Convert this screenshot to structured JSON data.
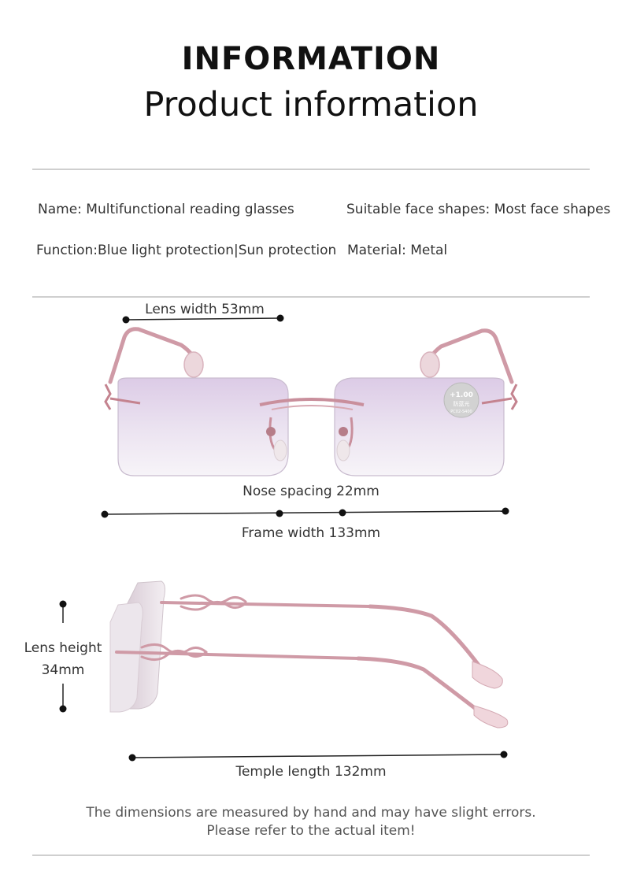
{
  "header": {
    "title": "INFORMATION",
    "subtitle": "Product information"
  },
  "specs": {
    "name": "Name: Multifunctional reading glasses",
    "face_shapes": "Suitable face shapes: Most face shapes",
    "function": "Function:Blue light protection|Sun protection",
    "material": "Material: Metal"
  },
  "lens_sticker": {
    "power": "+1.00",
    "cn_text": "防蓝光",
    "code": "PC02-S400"
  },
  "dimensions": {
    "lens_width": "Lens width 53mm",
    "nose_spacing": "Nose spacing 22mm",
    "frame_width": "Frame width  133mm",
    "lens_height_line1": "Lens height",
    "lens_height_line2": "34mm",
    "temple_length": "Temple length  132mm"
  },
  "footer": {
    "note_line1": "The dimensions are measured by hand and may have slight errors.",
    "note_line2": "Please refer to the actual item!"
  },
  "colors": {
    "frame": "#cf9aa6",
    "lens": "#e8dbee",
    "divider": "#cfcfcf"
  }
}
